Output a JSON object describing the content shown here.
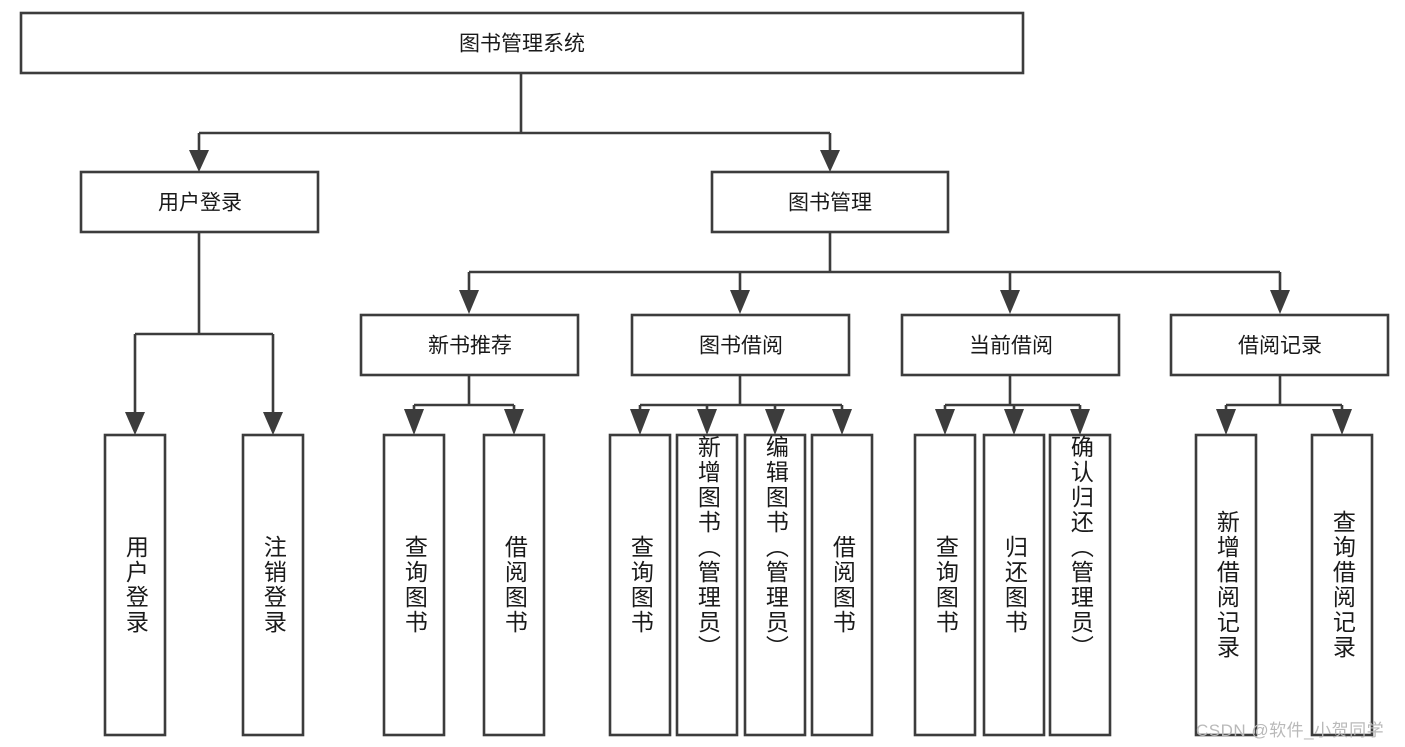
{
  "diagram": {
    "title": "图书管理系统",
    "type": "tree-hierarchy-chart",
    "root": {
      "label": "图书管理系统"
    },
    "level2": [
      {
        "label": "用户登录"
      },
      {
        "label": "图书管理"
      }
    ],
    "level3": [
      {
        "label": "新书推荐"
      },
      {
        "label": "图书借阅"
      },
      {
        "label": "当前借阅"
      },
      {
        "label": "借阅记录"
      }
    ],
    "leaves": {
      "user_login": [
        {
          "label": "用户登录"
        },
        {
          "label": "注销登录"
        }
      ],
      "new_book_recommend": [
        {
          "label": "查询图书"
        },
        {
          "label": "借阅图书"
        }
      ],
      "book_borrow": [
        {
          "label": "查询图书"
        },
        {
          "label": "新增图书（管理员）"
        },
        {
          "label": "编辑图书（管理员）"
        },
        {
          "label": "借阅图书"
        }
      ],
      "current_borrow": [
        {
          "label": "查询图书"
        },
        {
          "label": "归还图书"
        },
        {
          "label": "确认归还（管理员）"
        }
      ],
      "borrow_record": [
        {
          "label": "新增借阅记录"
        },
        {
          "label": "查询借阅记录"
        }
      ]
    }
  },
  "watermark": {
    "text": "CSDN @软件_小贺同学"
  },
  "colors": {
    "stroke": "#3c3c3c",
    "fill": "#ffffff",
    "text": "#1a1a1a",
    "watermark": "#b9b9b9"
  }
}
